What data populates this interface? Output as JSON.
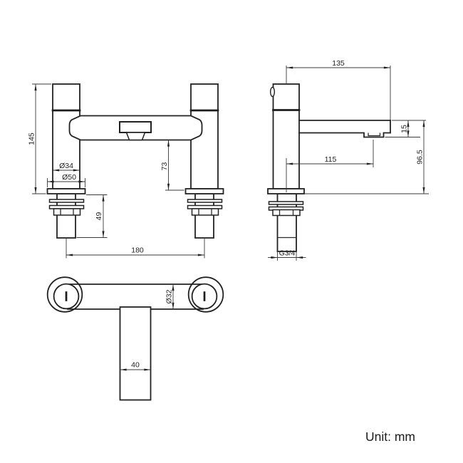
{
  "unit_label": "Unit: mm",
  "views": {
    "front": {
      "dims": {
        "overall_height": "145",
        "pillar_diameter": "Ø34",
        "base_diameter": "Ø50",
        "body_to_base": "73",
        "shank_length": "49",
        "tap_centres": "180"
      }
    },
    "side": {
      "dims": {
        "spout_reach": "135",
        "spout_tip_height": "15",
        "aerator_offset": "115",
        "spout_to_base": "96.5",
        "thread_size": "G3/4"
      }
    },
    "top": {
      "dims": {
        "body_diameter": "Ø32",
        "spout_width": "40"
      }
    }
  }
}
